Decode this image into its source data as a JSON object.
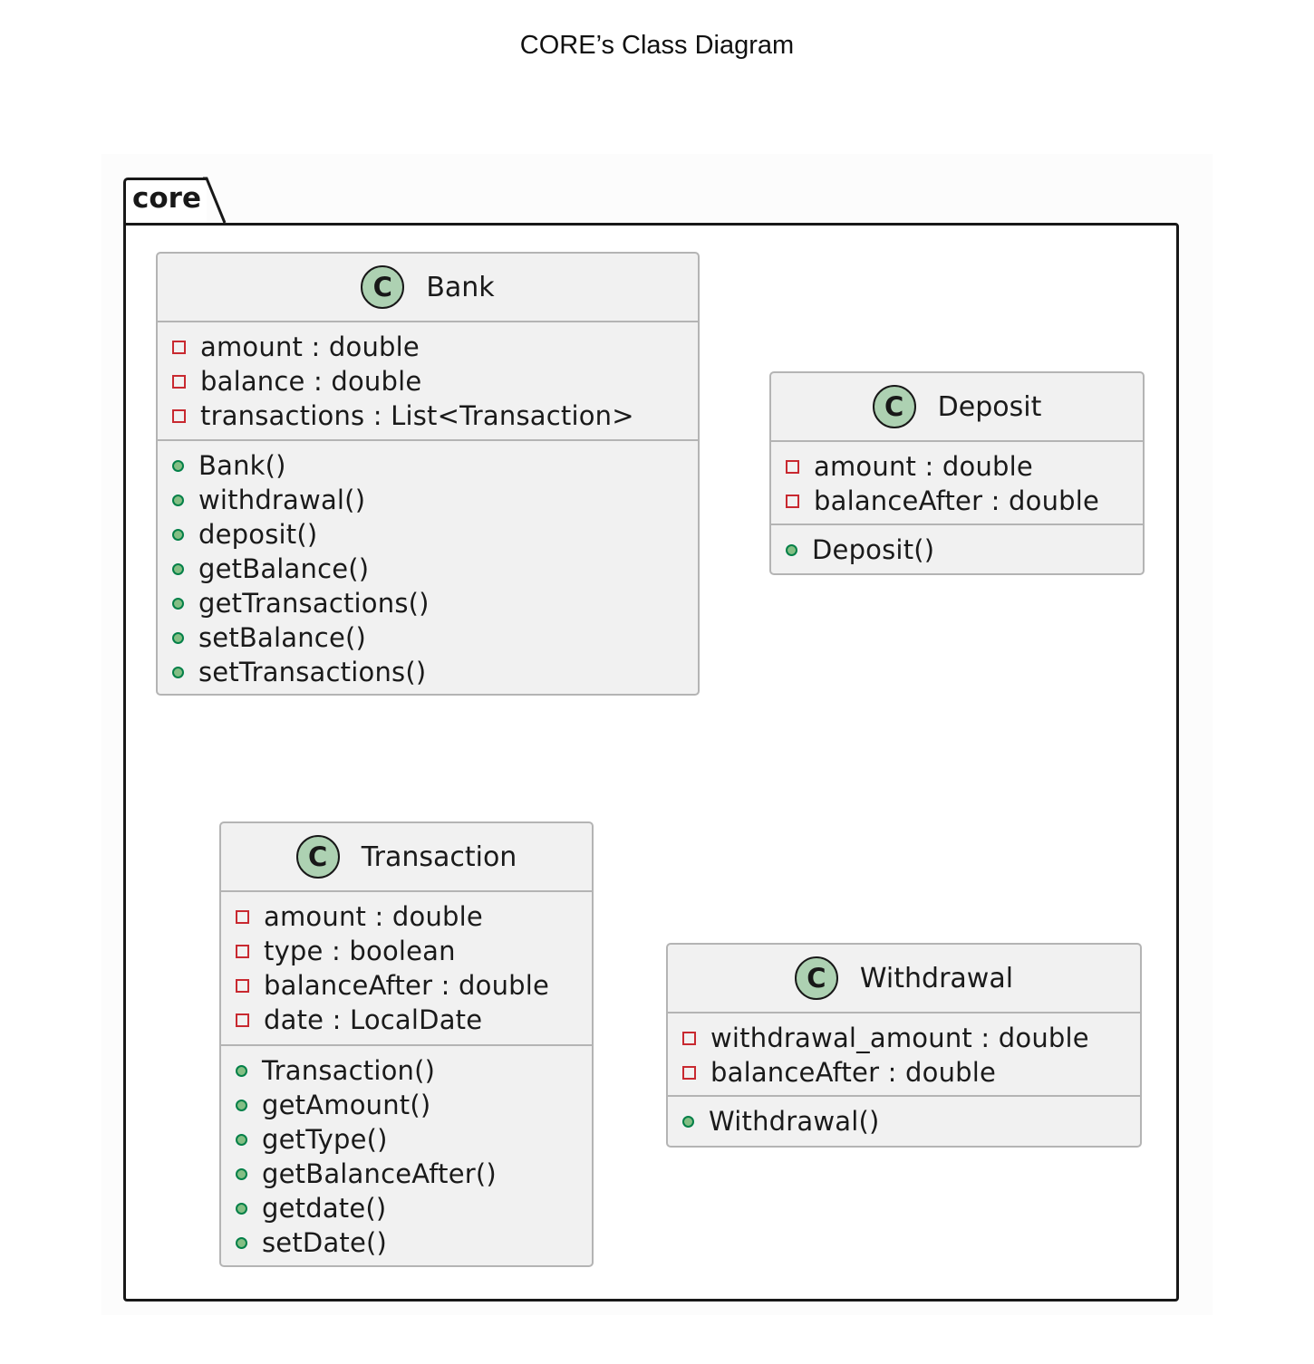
{
  "caption": "CORE’s Class Diagram",
  "package": {
    "name": "core"
  },
  "classes": {
    "bank": {
      "name": "Bank",
      "stereotype_letter": "C",
      "attributes": [
        {
          "visibility": "private",
          "text": "amount : double"
        },
        {
          "visibility": "private",
          "text": "balance : double"
        },
        {
          "visibility": "private",
          "text": "transactions : List<Transaction>"
        }
      ],
      "methods": [
        {
          "visibility": "public",
          "text": "Bank()"
        },
        {
          "visibility": "public",
          "text": "withdrawal()"
        },
        {
          "visibility": "public",
          "text": "deposit()"
        },
        {
          "visibility": "public",
          "text": "getBalance()"
        },
        {
          "visibility": "public",
          "text": "getTransactions()"
        },
        {
          "visibility": "public",
          "text": "setBalance()"
        },
        {
          "visibility": "public",
          "text": "setTransactions()"
        }
      ]
    },
    "deposit": {
      "name": "Deposit",
      "stereotype_letter": "C",
      "attributes": [
        {
          "visibility": "private",
          "text": "amount : double"
        },
        {
          "visibility": "private",
          "text": "balanceAfter : double"
        }
      ],
      "methods": [
        {
          "visibility": "public",
          "text": "Deposit()"
        }
      ]
    },
    "transaction": {
      "name": "Transaction",
      "stereotype_letter": "C",
      "attributes": [
        {
          "visibility": "private",
          "text": "amount : double"
        },
        {
          "visibility": "private",
          "text": "type : boolean"
        },
        {
          "visibility": "private",
          "text": "balanceAfter : double"
        },
        {
          "visibility": "private",
          "text": "date : LocalDate"
        }
      ],
      "methods": [
        {
          "visibility": "public",
          "text": "Transaction()"
        },
        {
          "visibility": "public",
          "text": "getAmount()"
        },
        {
          "visibility": "public",
          "text": "getType()"
        },
        {
          "visibility": "public",
          "text": "getBalanceAfter()"
        },
        {
          "visibility": "public",
          "text": "getdate()"
        },
        {
          "visibility": "public",
          "text": "setDate()"
        }
      ]
    },
    "withdrawal": {
      "name": "Withdrawal",
      "stereotype_letter": "C",
      "attributes": [
        {
          "visibility": "private",
          "text": "withdrawal_amount : double"
        },
        {
          "visibility": "private",
          "text": "balanceAfter : double"
        }
      ],
      "methods": [
        {
          "visibility": "public",
          "text": "Withdrawal()"
        }
      ]
    }
  },
  "colors": {
    "class_fill": "#f1f1f1",
    "class_border": "#b4b4b4",
    "class_icon_fill": "#add1b2",
    "private_marker": "#c82930",
    "public_marker_fill": "#84be84",
    "public_marker_border": "#038048",
    "package_border": "#181818"
  }
}
